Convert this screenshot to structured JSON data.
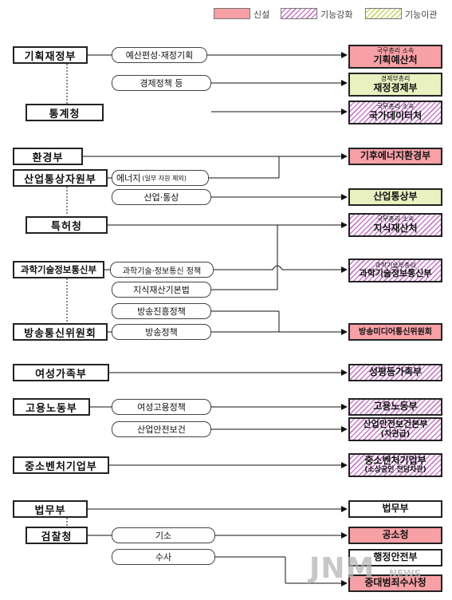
{
  "legend": {
    "new": "신설",
    "strengthen": "기능강화",
    "transfer": "기능이관"
  },
  "left": {
    "planning": "기획재정부",
    "statistics": "통계청",
    "environment": "환경부",
    "industry": "산업통상자원부",
    "patent": "특허청",
    "science": "과학기술정보통신부",
    "broadcast": "방송통신위원회",
    "gender": "여성가족부",
    "labor": "고용노동부",
    "sme": "중소벤처기업부",
    "justice": "법무부",
    "prosecution": "검찰청"
  },
  "mid": {
    "budget": "예산편성·재정기획",
    "economy": "경제정책 등",
    "energy": "에너지",
    "energy_note": "(일부 자원 제외)",
    "trade": "산업·통상",
    "sci_ict": "과학기술·정보통신 정책",
    "ip": "지식재산기본법",
    "promo": "방송진흥정책",
    "bpolicy": "방송정책",
    "women_emp": "여성고용정책",
    "safety": "산업안전보건",
    "indict": "기소",
    "investigate": "수사"
  },
  "right": {
    "budget_office_sub": "국무총리 소속",
    "budget_office": "기획예산처",
    "finance_sub": "경제부총리",
    "finance": "재정경제부",
    "data_sub": "국무총리 소속",
    "data": "국가데이터처",
    "climate": "기후에너지환경부",
    "trade": "산업통상부",
    "ip_sub": "국무총리 소속",
    "ip": "지식재산처",
    "sci_sub": "과학기술부총리",
    "sci": "과학기술정보통신부",
    "media": "방송미디어통신위원회",
    "gender": "성평등가족부",
    "labor": "고용노동부",
    "safety": "산업안전보건본부",
    "safety_sub": "(차관급)",
    "sme": "중소벤처기업부",
    "sme_sub": "(소상공인 전담차관)",
    "justice": "법무부",
    "prosecution": "공소청",
    "interior": "행정안전부",
    "investigation": "중대범죄수사청"
  },
  "watermark": {
    "main": "JNM",
    "sub": "NEWS"
  }
}
